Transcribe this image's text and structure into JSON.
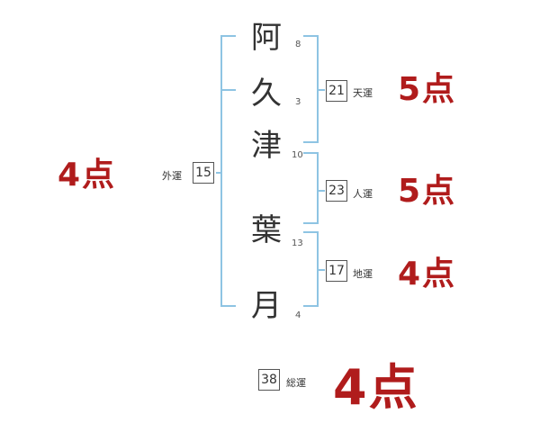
{
  "name": {
    "chars": [
      {
        "char": "阿",
        "strokes": "8"
      },
      {
        "char": "久",
        "strokes": "3"
      },
      {
        "char": "津",
        "strokes": "10"
      },
      {
        "char": "葉",
        "strokes": "13"
      },
      {
        "char": "月",
        "strokes": "4"
      }
    ]
  },
  "fortunes": {
    "tenkaku": {
      "value": "21",
      "label": "天運",
      "score": "5点"
    },
    "jinkaku": {
      "value": "23",
      "label": "人運",
      "score": "5点"
    },
    "chikaku": {
      "value": "17",
      "label": "地運",
      "score": "4点"
    },
    "gaikaku": {
      "value": "15",
      "label": "外運",
      "score": "4点"
    },
    "soukaku": {
      "value": "38",
      "label": "総運",
      "score": "4点"
    }
  },
  "colors": {
    "bracket": "#8ec4e3",
    "score": "#b01c1c"
  }
}
